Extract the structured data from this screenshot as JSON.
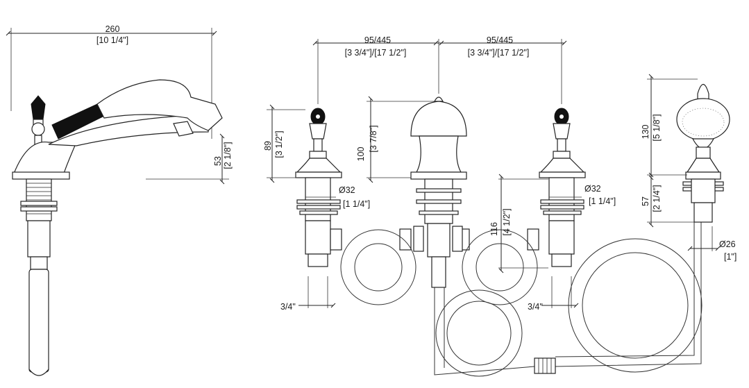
{
  "dimensions": {
    "side_width": {
      "value": "260",
      "inch": "[10 1/4\"]"
    },
    "spout_height": {
      "value": "53",
      "inch": "[2 1/8\"]"
    },
    "handle_height": {
      "value": "89",
      "inch": "[3 1/2\"]"
    },
    "spread_left": {
      "value": "95/445",
      "inch": "[3 3/4\"]/[17 1/2\"]"
    },
    "spread_right": {
      "value": "95/445",
      "inch": "[3 3/4\"]/[17 1/2\"]"
    },
    "spout_body_height": {
      "value": "100",
      "inch": "[3 7/8\"]"
    },
    "shank_dia_left": {
      "value": "Ø32",
      "inch": "[1 1/4\"]"
    },
    "shank_dia_right": {
      "value": "Ø32",
      "inch": "[1 1/4\"]"
    },
    "shank_length": {
      "value": "116",
      "inch": "[4 1/2\"]"
    },
    "hand_shower_height": {
      "value": "130",
      "inch": "[5 1/8\"]"
    },
    "diverter_shank": {
      "value": "57",
      "inch": "[2 1/4\"]"
    },
    "diverter_dia": {
      "value": "Ø26",
      "inch": "[1\"]"
    },
    "connection_left": {
      "value": "3/4\""
    },
    "connection_right": {
      "value": "3/4\""
    }
  }
}
